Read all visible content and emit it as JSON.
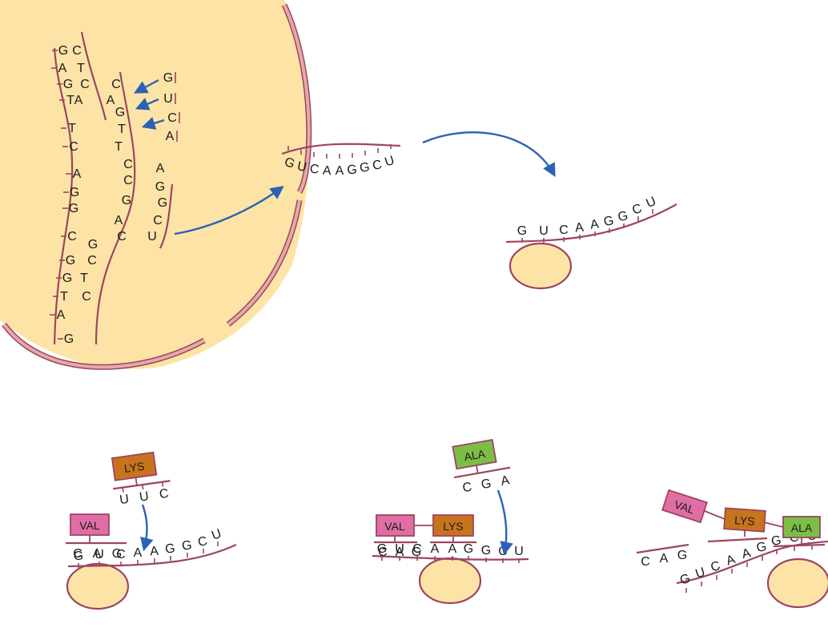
{
  "colors": {
    "nucleus": "#fde4a6",
    "membrane": "#e5aaa6",
    "membrane_edge": "#9c4561",
    "ribosome": "#fde4a6",
    "arrow": "#2a63b3",
    "val": "#e06ea6",
    "lys": "#c8741e",
    "ala": "#7cbe45"
  },
  "dna": {
    "left_strand": [
      "G",
      "A",
      "G",
      "T",
      "T",
      "C",
      "A",
      "G",
      "G",
      "C",
      "G",
      "G",
      "T",
      "A",
      "G"
    ],
    "right_strand": [
      "C",
      "T",
      "C",
      "A",
      "C",
      "A",
      "G",
      "T",
      "T",
      "C",
      "C",
      "G",
      "A",
      "C",
      "G",
      "C",
      "T",
      "C"
    ],
    "incoming": [
      "G",
      "U",
      "C",
      "A"
    ],
    "paired_rna": [
      "A",
      "G",
      "G",
      "C",
      "U"
    ]
  },
  "mrna_sequence": [
    "G",
    "U",
    "C",
    "A",
    "A",
    "G",
    "G",
    "C",
    "U"
  ],
  "amino_acids": {
    "val": "VAL",
    "lys": "LYS",
    "ala": "ALA"
  },
  "anticodons": {
    "lys": [
      "U",
      "U",
      "C"
    ],
    "val": [
      "C",
      "A",
      "G"
    ],
    "ala": [
      "C",
      "G",
      "A"
    ]
  }
}
